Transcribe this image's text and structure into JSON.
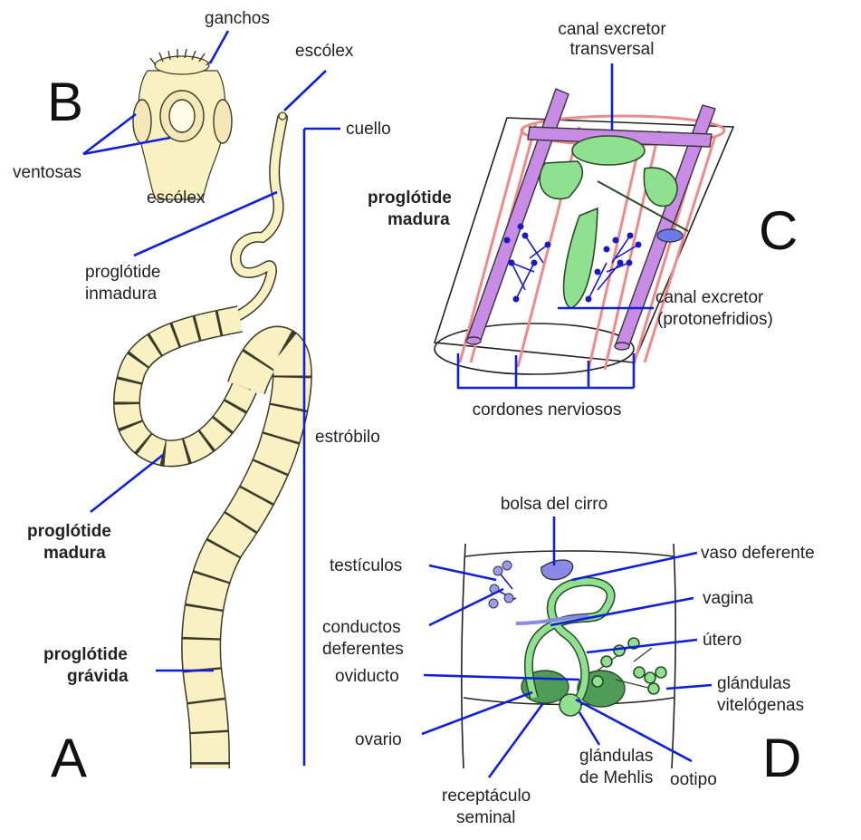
{
  "panels": {
    "a": "A",
    "b": "B",
    "c": "C",
    "d": "D"
  },
  "panel_a": {
    "escolex": "escólex",
    "cuello": "cuello",
    "proglotide_inmadura": [
      "proglótide",
      "inmadura"
    ],
    "proglotide_madura": [
      "proglótide",
      "madura"
    ],
    "proglotide_gravida": [
      "proglótide",
      "grávida"
    ],
    "estrobilo": "estróbilo"
  },
  "panel_b": {
    "ganchos": "ganchos",
    "ventosas": "ventosas",
    "escolex": "escólex"
  },
  "panel_c": {
    "canal_transversal": [
      "canal excretor",
      "transversal"
    ],
    "proglotide_madura": [
      "proglótide",
      "madura"
    ],
    "canal_excretor": [
      "canal excretor",
      "(protonefridios)"
    ],
    "cordones": "cordones nerviosos"
  },
  "panel_d": {
    "bolsa_cirro": "bolsa del cirro",
    "testiculos": "testículos",
    "vaso_deferente": "vaso deferente",
    "conductos_deferentes": [
      "conductos",
      "deferentes"
    ],
    "vagina": "vagina",
    "utero": "útero",
    "oviducto": "oviducto",
    "glandulas_vitelogenas": [
      "glándulas",
      "vitelógenas"
    ],
    "ovario": "ovario",
    "glandulas_mehlis": [
      "glándulas",
      "de Mehlis"
    ],
    "ootipo": "ootipo",
    "receptaculo": [
      "receptáculo",
      "seminal"
    ]
  },
  "colors": {
    "pointer_line": "#1020d8",
    "segment_fill": "#faf1c3",
    "nerve_cord": "#ef8a8a",
    "excretory_canal": "#c98ce6",
    "organ_green": "#8fe08f",
    "testis_blue": "#1a1ac0"
  }
}
